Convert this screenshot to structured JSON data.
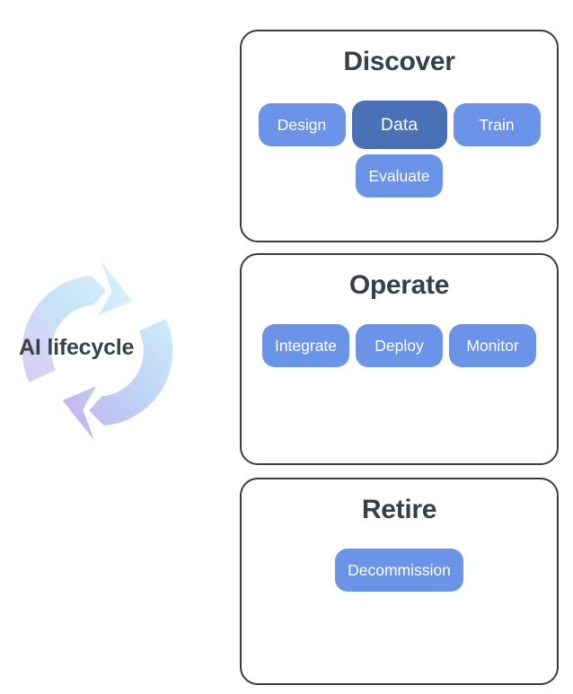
{
  "diagram": {
    "label": "AI lifecycle",
    "sections": [
      {
        "title": "Discover",
        "rows": [
          [
            "Design",
            "Data",
            "Train"
          ],
          [
            "Evaluate"
          ]
        ]
      },
      {
        "title": "Operate",
        "rows": [
          [
            "Integrate",
            "Deploy",
            "Monitor"
          ]
        ]
      },
      {
        "title": "Retire",
        "rows": [
          [
            "Decommission"
          ]
        ]
      }
    ],
    "emphasized_chip": "Data",
    "colors": {
      "chip_fill": "#6b93e8",
      "chip_emphasis_fill": "#4a70b5",
      "chip_text": "#ffffff",
      "title_text": "#3b3f45",
      "box_border": "#3c3c3c",
      "background": "#ffffff",
      "cycle_gradient_top_arrow": [
        "#dccdf3",
        "#c6e4f8",
        "#d8f0fc"
      ],
      "cycle_gradient_bottom_arrow": [
        "#cdeafa",
        "#bed2f5",
        "#c9b4ef"
      ],
      "label_text": "#3d4045"
    }
  }
}
